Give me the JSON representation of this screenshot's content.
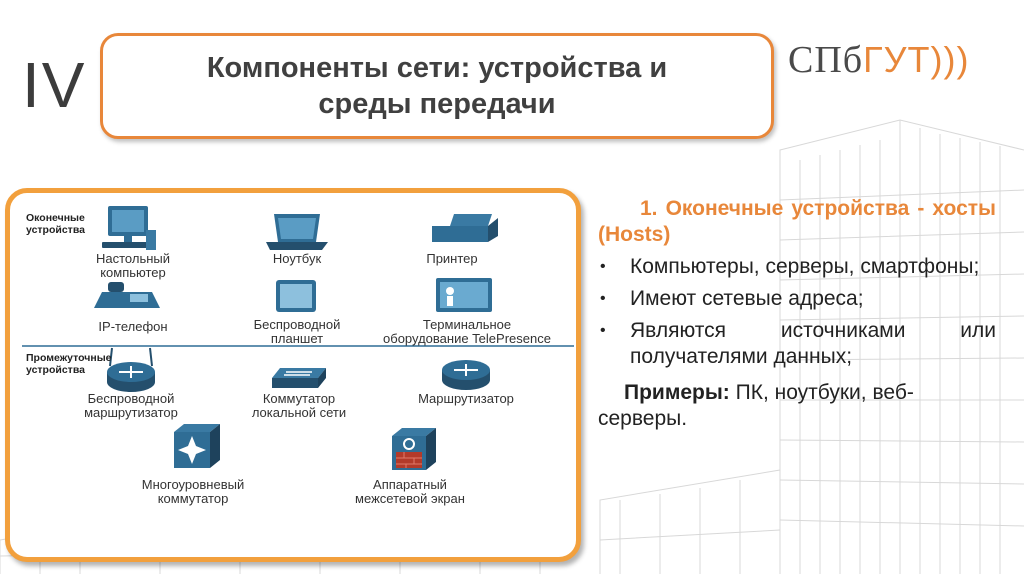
{
  "slide": {
    "roman_numeral": "IV",
    "title": "Компоненты сети: устройства и среды передачи",
    "logo": {
      "part1": "СПб",
      "part2": "ГУТ)))"
    }
  },
  "figure": {
    "categories": {
      "end": "Оконечные\nустройства",
      "intermediate": "Промежуточные\nустройства"
    },
    "devices": {
      "desktop": "Настольный\nкомпьютер",
      "laptop": "Ноутбук",
      "printer": "Принтер",
      "ip_phone": "IP-телефон",
      "tablet": "Беспроводной\nпланшет",
      "telepresence": "Терминальное\nоборудование TelePresence",
      "wireless_router": "Беспроводной\nмаршрутизатор",
      "lan_switch": "Коммутатор\nлокальной сети",
      "router": "Маршрутизатор",
      "multilayer_switch": "Многоуровневый\nкоммутатор",
      "firewall": "Аппаратный\nмежсетевой экран"
    }
  },
  "content": {
    "section_heading": "1. Оконечные устройства - хосты (Hosts)",
    "bullets": [
      "Компьютеры, серверы, смартфоны;",
      "Имеют сетевые адреса;",
      "Являются источниками или получателями данных;"
    ],
    "example_label": "Примеры:",
    "example_text": " ПК, ноутбуки, веб-серверы."
  },
  "colors": {
    "accent_orange": "#e8873a",
    "frame_orange": "#f2a03d",
    "device_blue": "#2f6d95",
    "text_dark": "#404040"
  }
}
